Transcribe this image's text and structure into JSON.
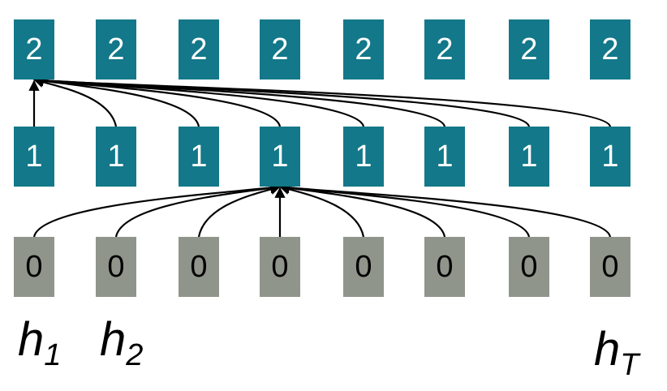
{
  "colors": {
    "layer_active": "#137889",
    "layer_input": "#8f958b",
    "text_on_active": "#ffffff",
    "text_on_input": "#000000",
    "edge": "#000000"
  },
  "layers": [
    {
      "id": "layer-2",
      "nodes": [
        "2",
        "2",
        "2",
        "2",
        "2",
        "2",
        "2",
        "2"
      ]
    },
    {
      "id": "layer-1",
      "nodes": [
        "1",
        "1",
        "1",
        "1",
        "1",
        "1",
        "1",
        "1"
      ]
    },
    {
      "id": "layer-0",
      "nodes": [
        "0",
        "0",
        "0",
        "0",
        "0",
        "0",
        "0",
        "0"
      ]
    }
  ],
  "connections": [
    {
      "from_layer": "layer-1",
      "to_layer": "layer-2",
      "target_index": 0,
      "sources": "all"
    },
    {
      "from_layer": "layer-0",
      "to_layer": "layer-1",
      "target_index": 3,
      "sources": "all"
    }
  ],
  "labels": [
    {
      "base": "h",
      "sub": "1",
      "column": 0
    },
    {
      "base": "h",
      "sub": "2",
      "column": 1
    },
    {
      "base": "h",
      "sub": "T",
      "column": 7
    }
  ]
}
